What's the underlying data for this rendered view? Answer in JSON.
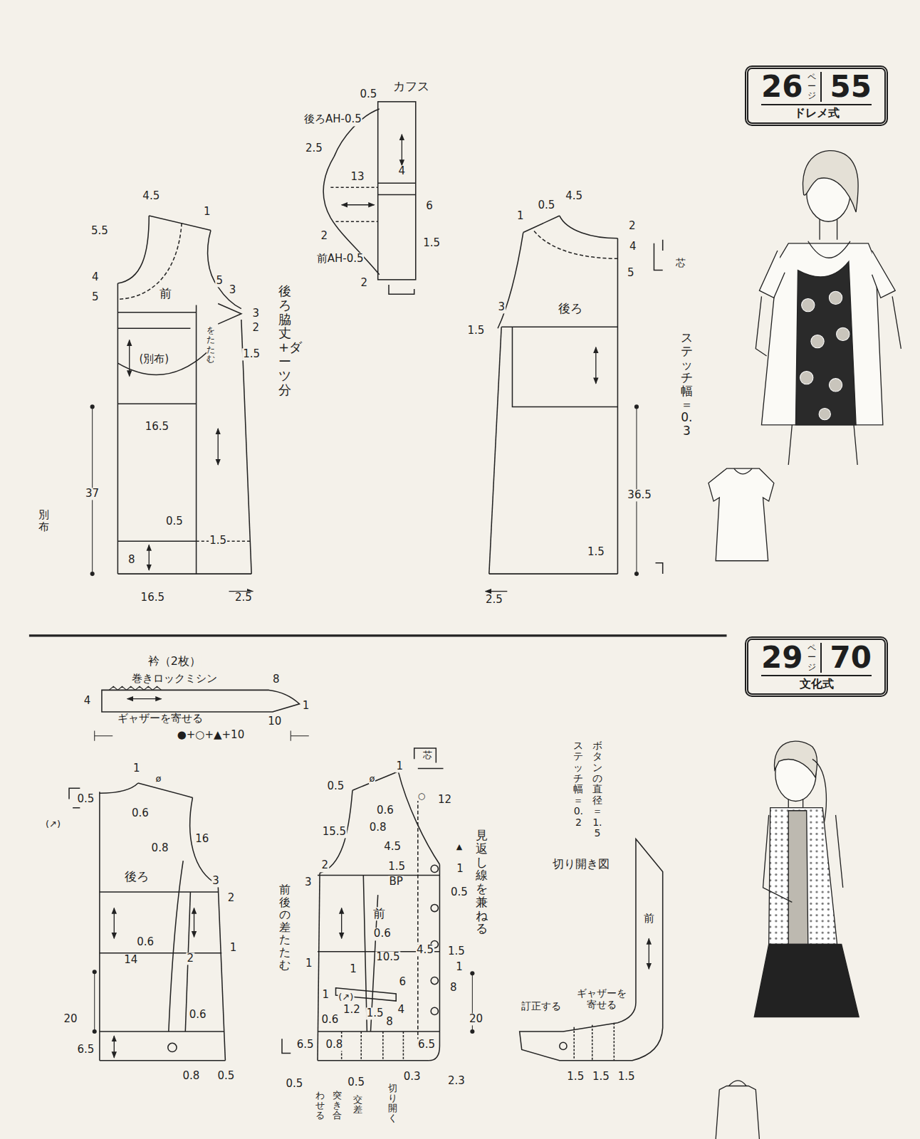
{
  "diagram": {
    "nodes": [
      {
        "text": [
          "26",
          "ページ",
          "55",
          "ドレメ式"
        ]
      },
      {
        "text": [
          "29",
          "ページ",
          "70",
          "文化式"
        ]
      }
    ],
    "labels": [
      "カフス",
      "0.5",
      "後ろAH-0.5",
      "2.5",
      "13",
      "4",
      "6",
      "1.5",
      "2",
      "前AH-0.5",
      "2",
      "4.5",
      "1",
      "5.5",
      "4",
      "5",
      "前",
      "5",
      "3",
      "3",
      "2",
      "1.5",
      "をたたむ",
      "(別布)",
      "16.5",
      "37",
      "0.5",
      "1.5",
      "8",
      "16.5",
      "2.5",
      "別布",
      "後ろ脇丈+ダーツ分",
      "0.5",
      "4.5",
      "1",
      "2",
      "4",
      "5",
      "芯",
      "後ろ",
      "3",
      "1.5",
      "36.5",
      "1.5",
      "2.5",
      "ステッチ幅＝0.3",
      "衿（2枚）",
      "巻きロックミシン",
      "8",
      "4",
      "1",
      "10",
      "ギャザーを寄せる",
      "●+○+▲+10",
      "1",
      "ø",
      "0.5",
      "0.6",
      "(↗)",
      "16",
      "0.8",
      "後ろ",
      "3",
      "2",
      "0.6",
      "14",
      "2",
      "1",
      "20",
      "0.6",
      "6.5",
      "0.8",
      "0.5",
      "0.5",
      "ø",
      "1",
      "芯",
      "○",
      "12",
      "15.5",
      "0.8",
      "0.6",
      "4.5",
      "▲",
      "1.5",
      "1",
      "2",
      "3",
      "BP",
      "0.5",
      "前",
      "0.6",
      "10.5",
      "4.5",
      "1.5",
      "1",
      "1",
      "1",
      "6",
      "8",
      "(↗)",
      "1",
      "1.2",
      "1.5",
      "4",
      "0.6",
      "8",
      "6.5",
      "0.8",
      "6.5",
      "20",
      "0.5",
      "わせる",
      "突き合",
      "0.5",
      "交差",
      "切り開く",
      "0.3",
      "2.3",
      "前後の差たたむ",
      "見返し線を兼ねる",
      "ボタンの直径＝1.5",
      "ステッチ幅＝0.2",
      "切り開き図",
      "前",
      "訂正する",
      "ギャザーを 寄せる",
      "1.5",
      "1.5",
      "1.5"
    ]
  }
}
